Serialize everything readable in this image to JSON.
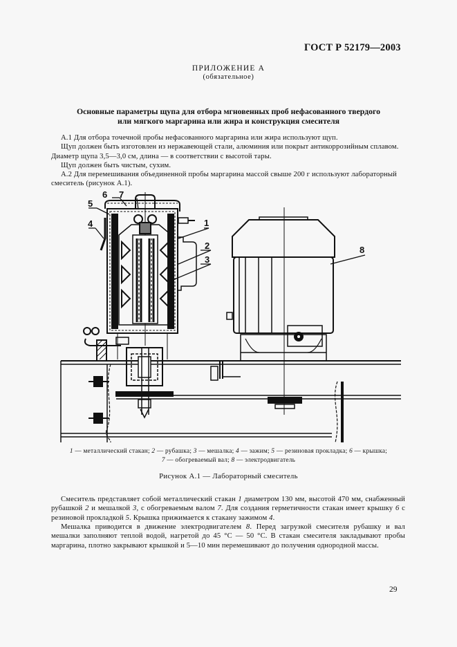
{
  "header": {
    "standard_number": "ГОСТ Р 52179—2003"
  },
  "appendix": {
    "title": "ПРИЛОЖЕНИЕ А",
    "subtitle": "(обязательное)"
  },
  "section_title": {
    "line1": "Основные параметры щупа для отбора мгновенных проб нефасованного твердого",
    "line2": "или мягкого маргарина или жира и конструкция смесителя"
  },
  "paragraphs": {
    "a1_line1": "А.1  Для отбора точечной пробы нефасованного маргарина или жира используют щуп.",
    "a1_line2": "Щуп должен быть изготовлен из нержавеющей стали, алюминия или покрыт антикоррозийным сплавом.",
    "a1_line3": "Диаметр щупа 3,5—3,0 см, длина — в соответствии с высотой тары.",
    "a1_line4": "Щуп должен быть чистым, сухим.",
    "a2_line1": "А.2  Для перемешивания объединенной пробы маргарина массой свыше 200 г используют лабораторный",
    "a2_line2": "смеситель (рисунок А.1)."
  },
  "figure": {
    "callouts": [
      "1",
      "2",
      "3",
      "4",
      "5",
      "6",
      "7",
      "8"
    ],
    "legend_line1": [
      {
        "num": "1",
        "text": " — металлический стакан; "
      },
      {
        "num": "2",
        "text": " — рубашка; "
      },
      {
        "num": "3",
        "text": " — мешалка; "
      },
      {
        "num": "4",
        "text": " — зажим; "
      },
      {
        "num": "5",
        "text": " — резиновая прокладка; "
      },
      {
        "num": "6",
        "text": " — крышка;"
      }
    ],
    "legend_line2": [
      {
        "num": "7",
        "text": " — обогреваемый вал; "
      },
      {
        "num": "8",
        "text": " — электродвигатель"
      }
    ],
    "caption": "Рисунок А.1 — Лабораторный смеситель"
  },
  "description": {
    "p1": [
      {
        "t": "Смеситель представляет собой металлический стакан "
      },
      {
        "i": "1"
      },
      {
        "t": " диаметром 130 мм, высотой 470 мм, снабженный рубашкой "
      },
      {
        "i": "2"
      },
      {
        "t": " и мешалкой "
      },
      {
        "i": "3"
      },
      {
        "t": ", с обогреваемым валом "
      },
      {
        "i": "7"
      },
      {
        "t": ". Для создания герметичности стакан имеет крышку "
      },
      {
        "i": "6"
      },
      {
        "t": " с резиновой прокладкой "
      },
      {
        "i": "5"
      },
      {
        "t": ". Крышка прижимается к стакану зажимом "
      },
      {
        "i": "4"
      },
      {
        "t": "."
      }
    ],
    "p2": [
      {
        "t": "Мешалка приводится в движение электродвигателем "
      },
      {
        "i": "8"
      },
      {
        "t": ". Перед загрузкой смесителя рубашку и вал мешалки заполняют теплой водой, нагретой до 45 °С — 50 °С. В стакан смесителя закладывают пробы маргарина, плотно закрывают крышкой и 5—10 мин перемешивают до получения однородной массы."
      }
    ]
  },
  "footer": {
    "page_number": "29"
  }
}
